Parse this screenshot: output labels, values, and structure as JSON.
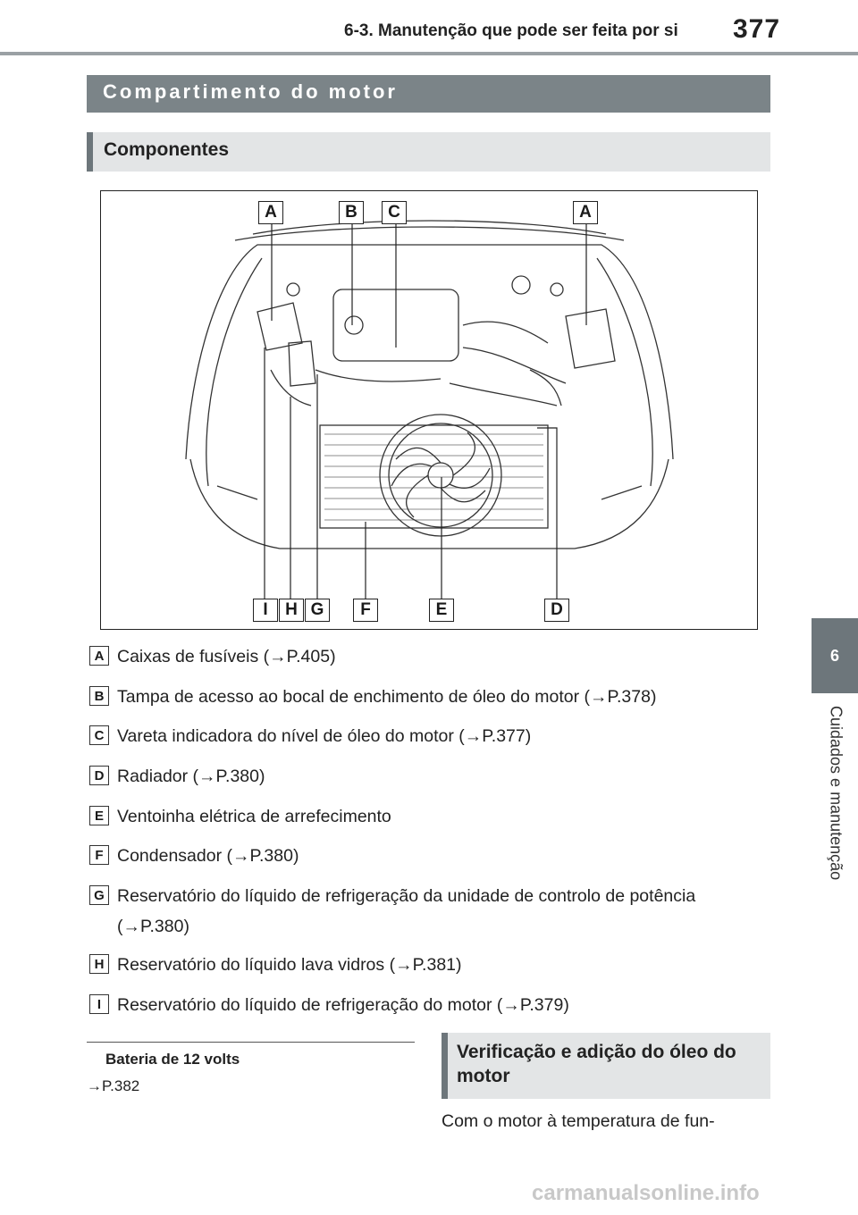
{
  "header": {
    "section": "6-3. Manutenção que pode ser feita por si",
    "page_number": "377"
  },
  "side_tab": {
    "chapter_number": "6",
    "chapter_label": "Cuidados e manutenção"
  },
  "section_title": "Compartimento do motor",
  "subsection_title": "Componentes",
  "figure": {
    "top_callouts": [
      "A",
      "B",
      "C",
      "A"
    ],
    "bottom_callouts": [
      "I",
      "H",
      "G",
      "F",
      "E",
      "D"
    ]
  },
  "components": [
    {
      "letter": "A",
      "text": "Caixas de fusíveis (→P.405)"
    },
    {
      "letter": "B",
      "text": "Tampa de acesso ao bocal de enchimento de óleo do motor (→P.378)"
    },
    {
      "letter": "C",
      "text": "Vareta indicadora do nível de óleo do motor (→P.377)"
    },
    {
      "letter": "D",
      "text": "Radiador (→P.380)"
    },
    {
      "letter": "E",
      "text": "Ventoinha elétrica de arrefecimento"
    },
    {
      "letter": "F",
      "text": "Condensador (→P.380)"
    },
    {
      "letter": "G",
      "text": "Reservatório do líquido de refrigeração da unidade de controlo de potência (→P.380)"
    },
    {
      "letter": "H",
      "text": "Reservatório do líquido lava vidros (→P.381)"
    },
    {
      "letter": "I",
      "text": "Reservatório do líquido de refrigeração do motor (→P.379)"
    }
  ],
  "battery": {
    "title": "Bateria de 12 volts",
    "ref": "→P.382"
  },
  "oil_section": {
    "title": "Verificação e adição do óleo do motor",
    "text": "Com o motor à temperatura de fun-"
  },
  "watermark": "carmanualsonline.info"
}
